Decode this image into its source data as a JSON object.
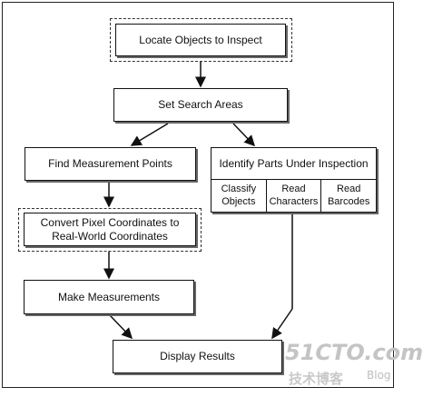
{
  "diagram": {
    "nodes": {
      "locate": "Locate Objects to Inspect",
      "search": "Set Search Areas",
      "find": "Find Measurement Points",
      "identify": {
        "title": "Identify Parts Under Inspection",
        "subs": [
          "Classify\nObjects",
          "Read\nCharacters",
          "Read\nBarcodes"
        ]
      },
      "convert": "Convert Pixel Coordinates to\nReal-World Coordinates",
      "measure": "Make Measurements",
      "results": "Display Results"
    }
  },
  "watermark": {
    "brand": "51CTO.com",
    "sub": "技术博客",
    "blog": "Blog"
  }
}
